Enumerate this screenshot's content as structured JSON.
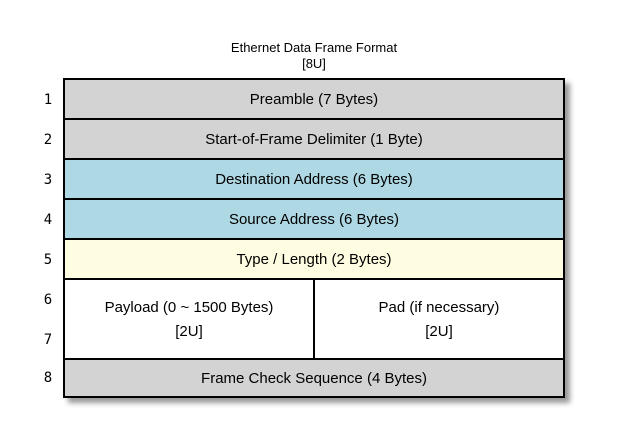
{
  "title": {
    "line1": "Ethernet Data Frame Format",
    "line2": "[8U]"
  },
  "row_numbers": [
    "1",
    "2",
    "3",
    "4",
    "5",
    "6",
    "7",
    "8"
  ],
  "rows": [
    {
      "label": "Preamble (7 Bytes)",
      "color": "#d3d3d3"
    },
    {
      "label": "Start-of-Frame Delimiter (1 Byte)",
      "color": "#d3d3d3"
    },
    {
      "label": "Destination Address (6 Bytes)",
      "color": "#aed8e4"
    },
    {
      "label": "Source Address (6 Bytes)",
      "color": "#aed8e4"
    },
    {
      "label": "Type / Length (2 Bytes)",
      "color": "#fffde1"
    },
    {
      "color": "#ffffff",
      "cells": [
        {
          "line1": "Payload (0 ~ 1500 Bytes)",
          "line2": "[2U]"
        },
        {
          "line1": "Pad (if necessary)",
          "line2": "[2U]"
        }
      ]
    },
    {
      "label": "Frame Check Sequence (4 Bytes)",
      "color": "#d3d3d3"
    }
  ],
  "colors": {
    "gray": "#d3d3d3",
    "blue": "#aed8e4",
    "yellow": "#fffde1",
    "white": "#ffffff",
    "border": "#000000",
    "background": "#ffffff"
  }
}
